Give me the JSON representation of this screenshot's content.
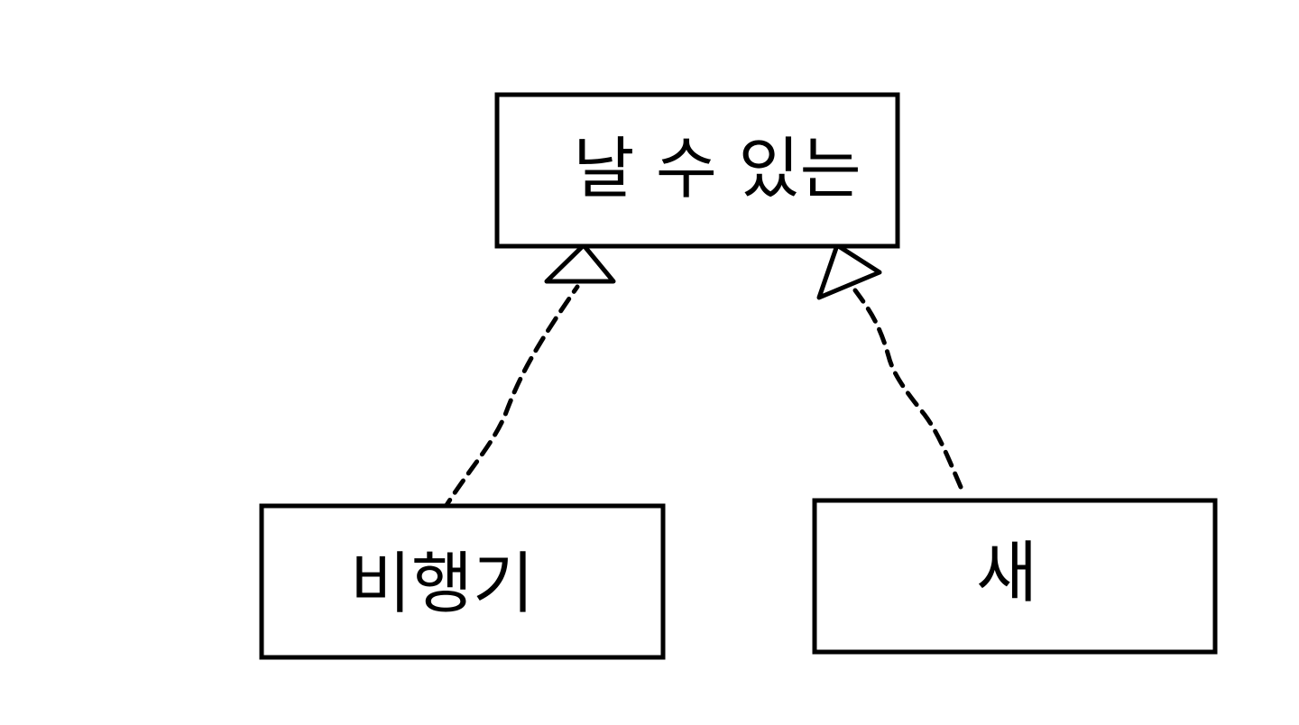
{
  "diagram": {
    "nodes": [
      {
        "id": "flyable",
        "label": "날 수 있는"
      },
      {
        "id": "airplane",
        "label": "비행기"
      },
      {
        "id": "bird",
        "label": "새"
      }
    ],
    "edges": [
      {
        "from": "airplane",
        "to": "flyable",
        "style": "dashed",
        "arrowhead": "hollow-triangle"
      },
      {
        "from": "bird",
        "to": "flyable",
        "style": "dashed",
        "arrowhead": "hollow-triangle"
      }
    ],
    "colors": {
      "stroke": "#000000",
      "background": "#ffffff"
    }
  }
}
